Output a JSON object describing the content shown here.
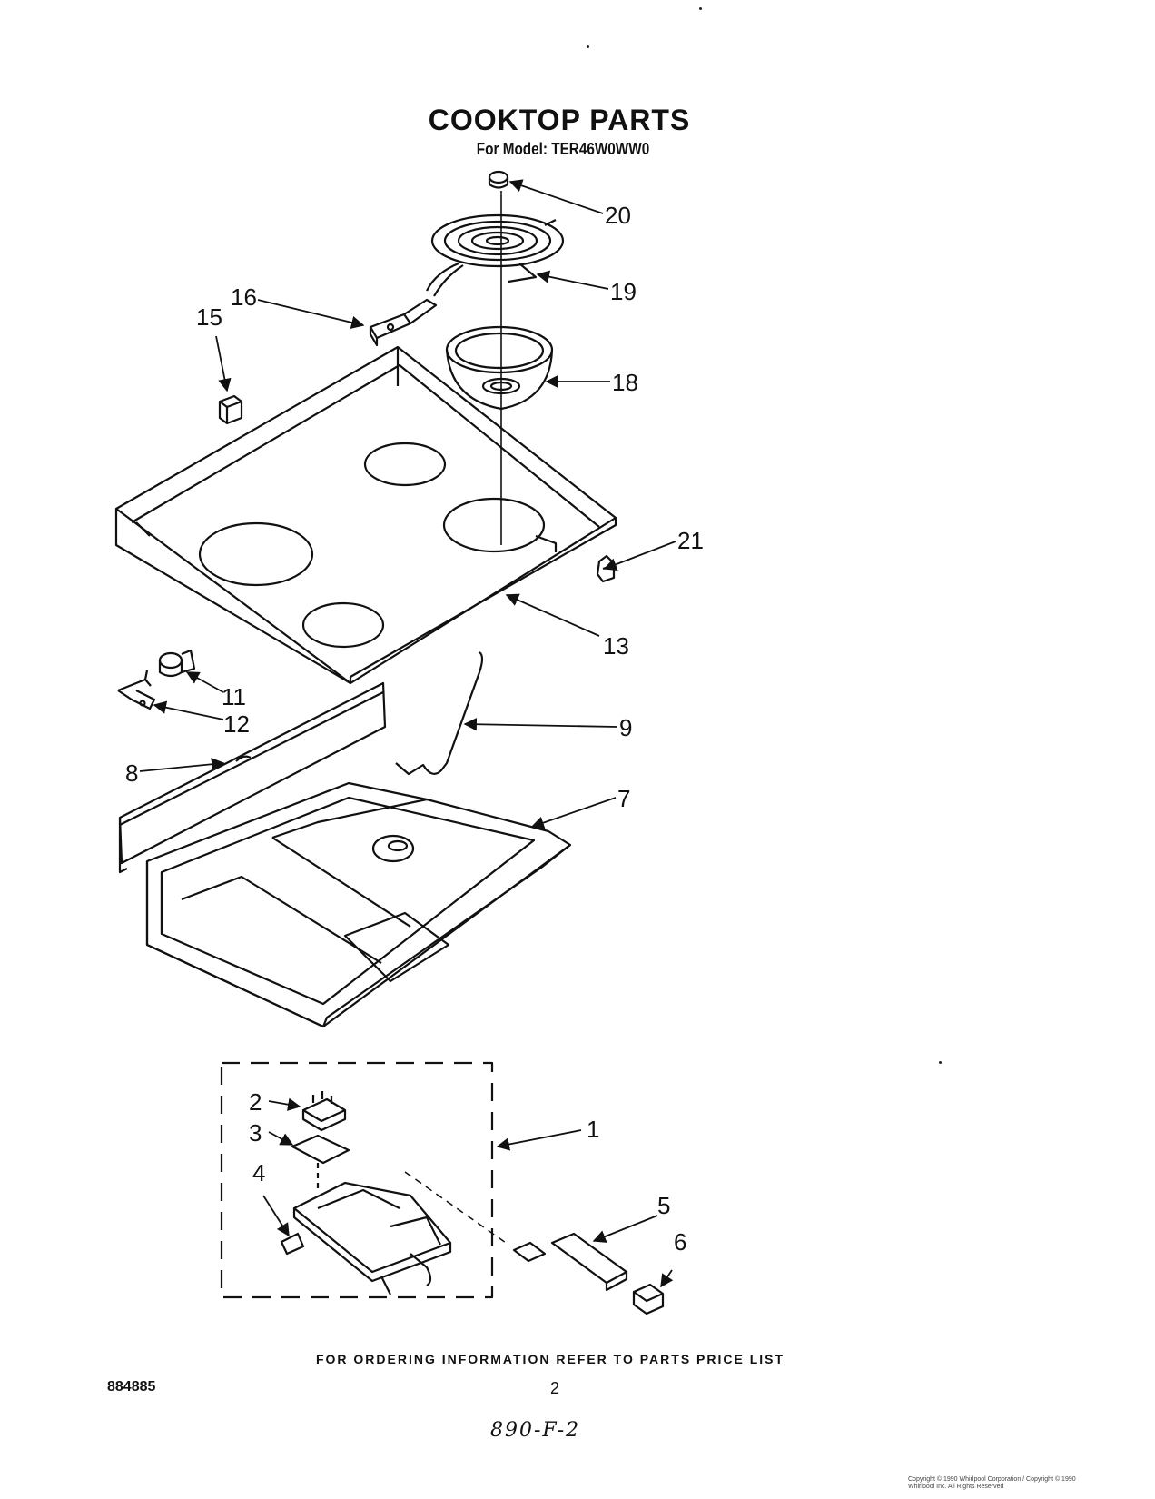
{
  "header": {
    "title": "COOKTOP PARTS",
    "subtitle": "For Model: TER46W0WW0"
  },
  "callouts": {
    "c1": "1",
    "c2": "2",
    "c3": "3",
    "c4": "4",
    "c5": "5",
    "c6": "6",
    "c7": "7",
    "c8": "8",
    "c9": "9",
    "c11": "11",
    "c12": "12",
    "c13": "13",
    "c15": "15",
    "c16": "16",
    "c18": "18",
    "c19": "19",
    "c20": "20",
    "c21": "21"
  },
  "footer": {
    "ordering_note": "FOR ORDERING INFORMATION REFER TO PARTS PRICE LIST",
    "doc_number": "884885",
    "page_number": "2",
    "handwritten": "890-F-2",
    "copyright": "Copyright © 1990 Whirlpool Corporation / Copyright © 1990 Whirlpool Inc. All Rights Reserved"
  }
}
